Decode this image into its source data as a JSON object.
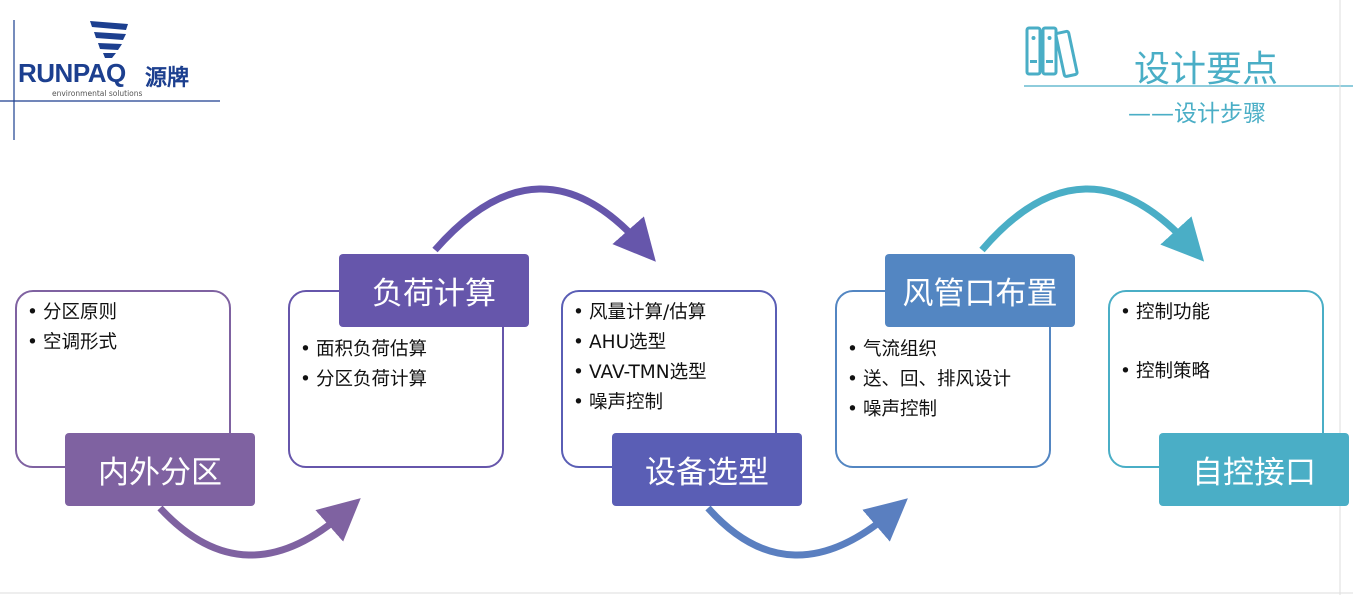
{
  "logo": {
    "brand": "RUNPAQ",
    "brand_cn": "源牌",
    "tagline": "environmental solutions"
  },
  "header": {
    "title": "设计要点",
    "subtitle": "——设计步骤"
  },
  "colors": {
    "step1": "#7f62a1",
    "step2": "#6656ab",
    "step3": "#5a5eb5",
    "step4": "#5386c2",
    "step5": "#4aaec6",
    "logo": "#1c3f8f"
  },
  "steps": [
    {
      "label": "内外分区",
      "items": [
        "分区原则",
        "空调形式"
      ]
    },
    {
      "label": "负荷计算",
      "items": [
        "面积负荷估算",
        "分区负荷计算"
      ]
    },
    {
      "label": "设备选型",
      "items": [
        "风量计算/估算",
        "AHU选型",
        "VAV-TMN选型",
        "噪声控制"
      ]
    },
    {
      "label": "风管口布置",
      "items": [
        "气流组织",
        "送、回、排风设计",
        "噪声控制"
      ]
    },
    {
      "label": "自控接口",
      "items": [
        "控制功能",
        "控制策略"
      ]
    }
  ]
}
